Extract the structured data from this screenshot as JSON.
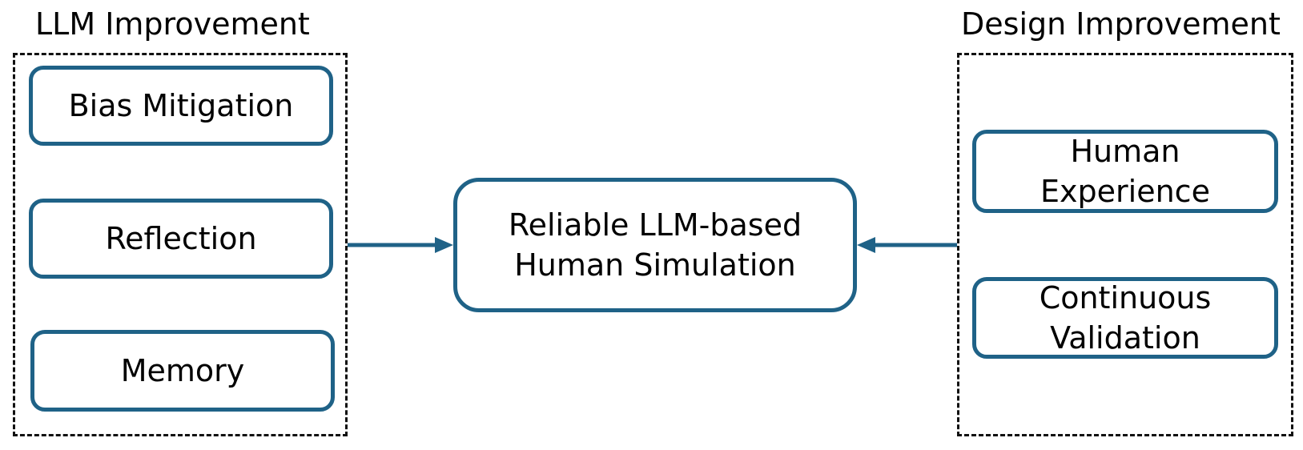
{
  "groups": {
    "left": {
      "title": "LLM Improvement",
      "items": [
        "Bias Mitigation",
        "Reflection",
        "Memory"
      ]
    },
    "right": {
      "title": "Design Improvement",
      "items": [
        "Human\nExperience",
        "Continuous\nValidation"
      ]
    }
  },
  "center": {
    "label": "Reliable LLM-based\nHuman Simulation"
  },
  "colors": {
    "node_border": "#1f6287",
    "arrow": "#1f6287",
    "frame": "#111111"
  }
}
